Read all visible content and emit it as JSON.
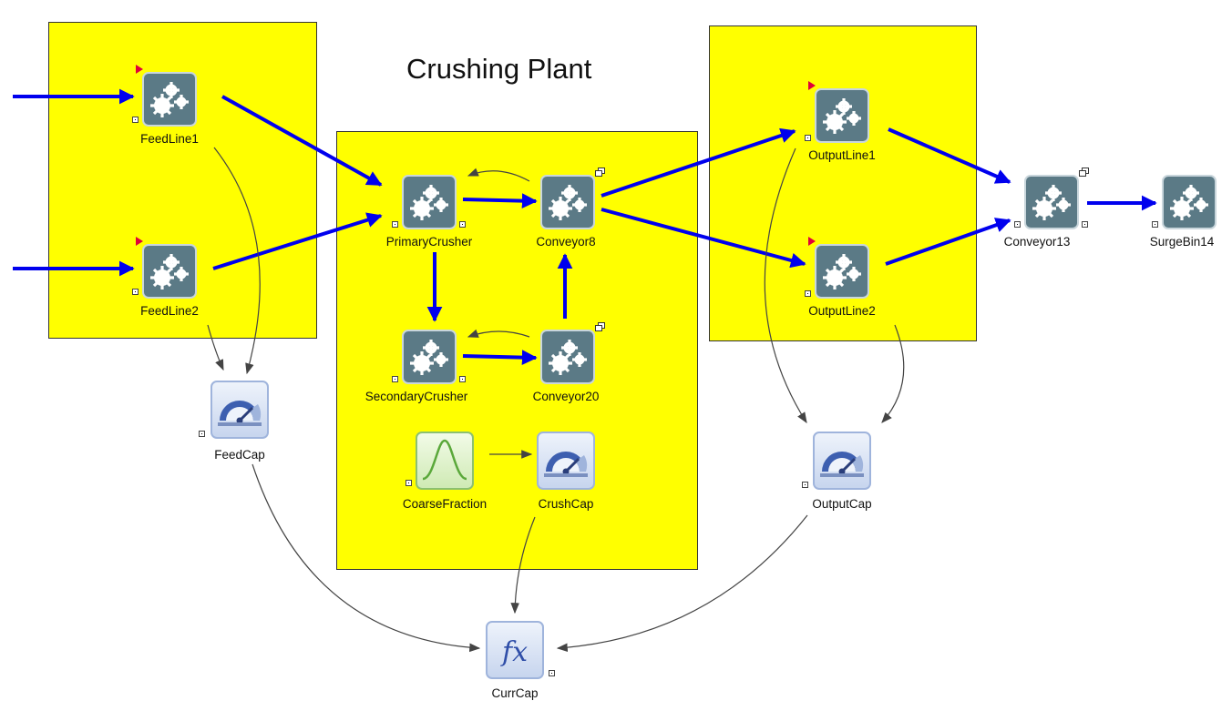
{
  "diagram": {
    "title": "Crushing Plant",
    "colors": {
      "group_fill": "#ffff00",
      "flow_arrow": "#0000ee",
      "dependency_arrow": "#444444",
      "gear_tile": "#5b7a86",
      "entry_flag": "#e0003a"
    },
    "nodes": {
      "feedline1": {
        "label": "FeedLine1",
        "icon": "gears-icon"
      },
      "feedline2": {
        "label": "FeedLine2",
        "icon": "gears-icon"
      },
      "feedcap": {
        "label": "FeedCap",
        "icon": "gauge-icon"
      },
      "primarycrusher": {
        "label": "PrimaryCrusher",
        "icon": "gears-icon"
      },
      "conveyor8": {
        "label": "Conveyor8",
        "icon": "gears-icon"
      },
      "secondarycrusher": {
        "label": "SecondaryCrusher",
        "icon": "gears-icon"
      },
      "conveyor20": {
        "label": "Conveyor20",
        "icon": "gears-icon"
      },
      "coarsefraction": {
        "label": "CoarseFraction",
        "icon": "distribution-curve-icon"
      },
      "crushcap": {
        "label": "CrushCap",
        "icon": "gauge-icon"
      },
      "outputline1": {
        "label": "OutputLine1",
        "icon": "gears-icon"
      },
      "outputline2": {
        "label": "OutputLine2",
        "icon": "gears-icon"
      },
      "outputcap": {
        "label": "OutputCap",
        "icon": "gauge-icon"
      },
      "conveyor13": {
        "label": "Conveyor13",
        "icon": "gears-icon"
      },
      "surgebin14": {
        "label": "SurgeBin14",
        "icon": "gears-icon"
      },
      "currcap": {
        "label": "CurrCap",
        "icon": "function-icon"
      }
    }
  }
}
